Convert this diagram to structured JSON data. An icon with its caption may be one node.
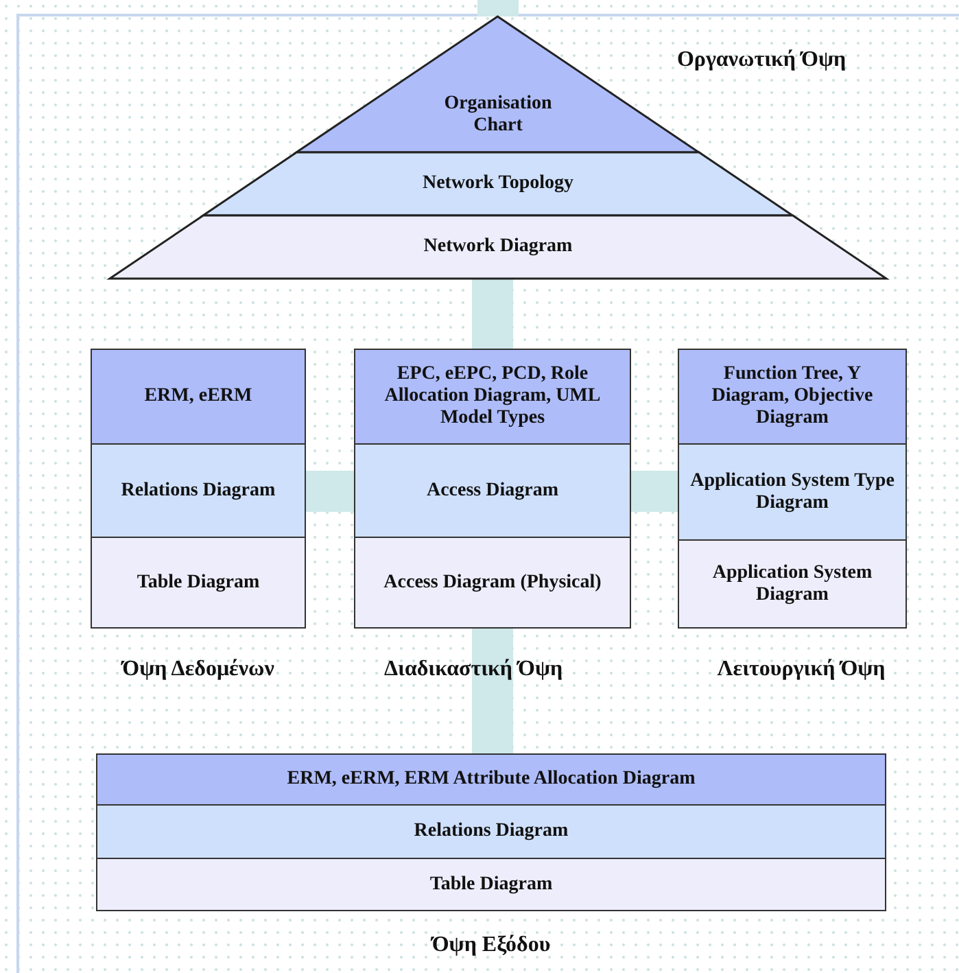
{
  "diagram": {
    "nodes": [
      {
        "text": [
          "Οργανωτική Όψη"
        ]
      },
      {
        "text": [
          "Organisation Chart"
        ],
        "in": 0
      },
      {
        "text": [
          "Network Topology"
        ],
        "in": 0
      },
      {
        "text": [
          "Network Diagram"
        ],
        "in": 0
      },
      {
        "text": [
          "Όψη Δεδομένων"
        ]
      },
      {
        "text": [
          "ERM, eERM"
        ],
        "in": 4
      },
      {
        "text": [
          "Relations Diagram"
        ],
        "in": 4
      },
      {
        "text": [
          "Table Diagram"
        ],
        "in": 4
      },
      {
        "text": [
          "Διαδικαστική Όψη"
        ]
      },
      {
        "text": [
          "EPC, eEPC, PCD, Role Allocation Diagram, UML Model Types"
        ],
        "in": 8
      },
      {
        "text": [
          "Access Diagram"
        ],
        "in": 8
      },
      {
        "text": [
          "Access Diagram (Physical)"
        ],
        "in": 8
      },
      {
        "text": [
          "Λειτουργική Όψη"
        ]
      },
      {
        "text": [
          "Function Tree, Y Diagram, Objective Diagram"
        ],
        "in": 12
      },
      {
        "text": [
          "Application System Type Diagram"
        ],
        "in": 12
      },
      {
        "text": [
          "Application System Diagram"
        ],
        "in": 12
      },
      {
        "text": [
          "Όψη Εξόδου"
        ]
      },
      {
        "text": [
          "ERM, eERM, ERM Attribute Allocation Diagram"
        ],
        "in": 16
      },
      {
        "text": [
          "Relations Diagram"
        ],
        "in": 16
      },
      {
        "text": [
          "Table Diagram"
        ],
        "in": 16
      }
    ],
    "edges": [
      {
        "from": null,
        "to": 1,
        "arrow": "none"
      },
      {
        "from": 3,
        "to": 9,
        "arrow": "none"
      },
      {
        "from": 6,
        "to": 10,
        "arrow": "none"
      },
      {
        "from": 10,
        "to": 14,
        "arrow": "none"
      },
      {
        "from": 11,
        "to": 17,
        "arrow": "none"
      }
    ]
  }
}
